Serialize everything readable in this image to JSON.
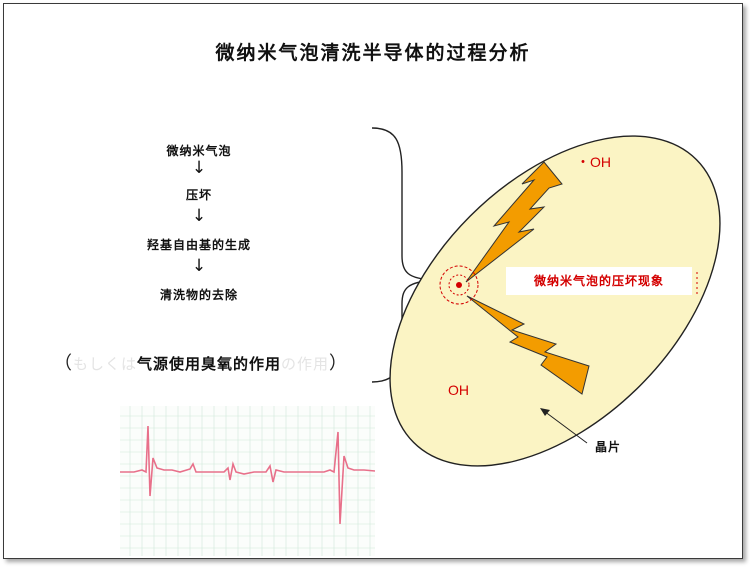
{
  "title": "微纳米气泡清洗半导体的过程分析",
  "steps": [
    "微纳米气泡",
    "压坏",
    "羟基自由基的生成",
    "清洗物的去除"
  ],
  "arrow_glyph": "↓",
  "caption": {
    "open_paren": "（",
    "ghost_prefix": "もしくは",
    "text": "气源使用臭氧的作用",
    "ghost_suffix": "の作用",
    "close_paren": "）"
  },
  "labels": {
    "oh_top": "・OH",
    "oh_bottom": "OH",
    "phenomenon": "微纳米气泡的压坏现象",
    "wafer": "晶片"
  },
  "colors": {
    "wafer_fill": "#fbf4c4",
    "bolt_fill": "#f39c00",
    "accent_red": "#d40000",
    "ecg_line": "#e8708a",
    "ecg_grid": "#bfe0cf"
  }
}
